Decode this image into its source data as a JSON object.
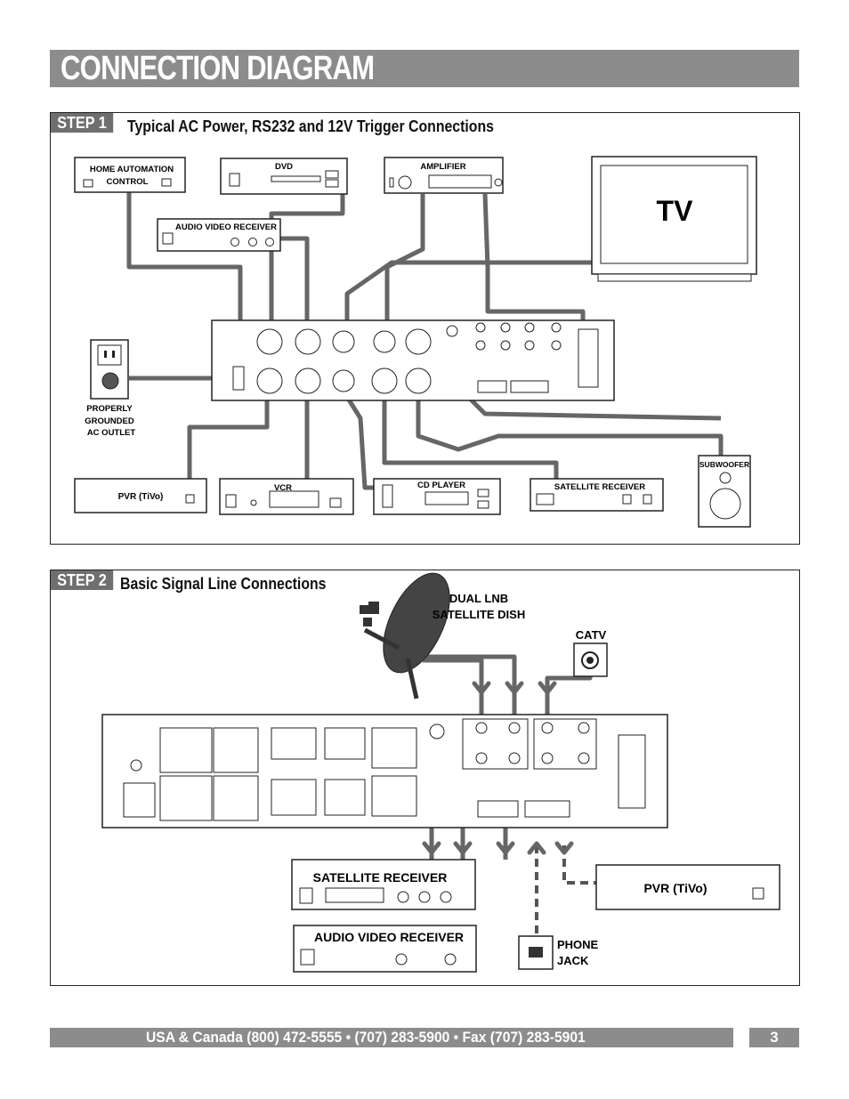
{
  "page_title": "CONNECTION DIAGRAM",
  "step1": {
    "tag": "STEP 1",
    "title": "Typical AC Power, RS232 and 12V Trigger Connections",
    "devices": {
      "home_automation": "HOME AUTOMATION CONTROL",
      "dvd": "DVD",
      "amplifier": "AMPLIFIER",
      "tv": "TV",
      "audio_video_receiver": "AUDIO VIDEO RECEIVER",
      "outlet_lines": [
        "PROPERLY",
        "GROUNDED",
        "AC OUTLET"
      ],
      "pvr": "PVR  (TiVo)",
      "vcr": "VCR",
      "cd_player": "CD PLAYER",
      "satellite_receiver": "SATELLITE RECEIVER",
      "subwoofer": "SUBWOOFER"
    }
  },
  "step2": {
    "tag": "STEP 2",
    "title": "Basic Signal Line Connections",
    "devices": {
      "dish_lines": [
        "DUAL LNB",
        "SATELLITE DISH"
      ],
      "catv": "CATV",
      "satellite_receiver": "SATELLITE RECEIVER",
      "audio_video_receiver": "AUDIO VIDEO RECEIVER",
      "pvr": "PVR  (TiVo)",
      "phone_jack_lines": [
        "PHONE",
        "JACK"
      ]
    }
  },
  "footer": {
    "contact": "USA & Canada (800) 472-5555  •   (707) 283-5900  •  Fax (707) 283-5901",
    "page_number": "3"
  }
}
